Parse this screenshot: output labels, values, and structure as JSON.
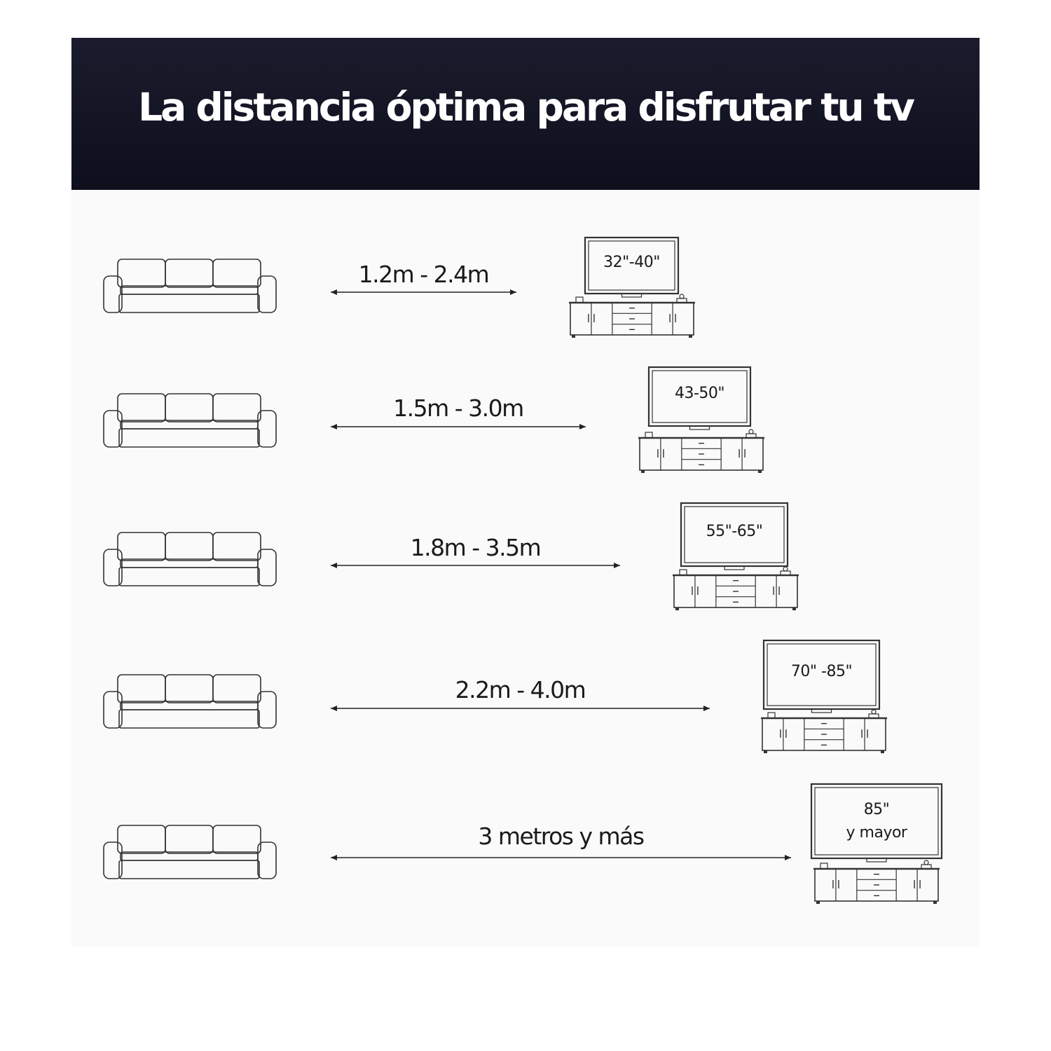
{
  "title": "La distancia óptima para disfrutar tu tv",
  "colors": {
    "header_background": "#141524",
    "header_text": "#ffffff",
    "panel_background": "#fafafa",
    "line": "#333333",
    "text": "#1a1a1a"
  },
  "icons": {
    "sofa": "sofa-icon",
    "tv": "tv-icon",
    "tv_stand": "tv-stand-icon",
    "arrow": "double-arrow-icon"
  },
  "rows": [
    {
      "distance": "1.2m - 2.4m",
      "tv_size": "32\"-40\""
    },
    {
      "distance": "1.5m - 3.0m",
      "tv_size": "43-50\""
    },
    {
      "distance": "1.8m - 3.5m",
      "tv_size": "55\"-65\""
    },
    {
      "distance": "2.2m - 4.0m",
      "tv_size": "70\" -85\""
    },
    {
      "distance": "3 metros y más",
      "tv_size": "85\"",
      "tv_size_extra": "y mayor"
    }
  ]
}
